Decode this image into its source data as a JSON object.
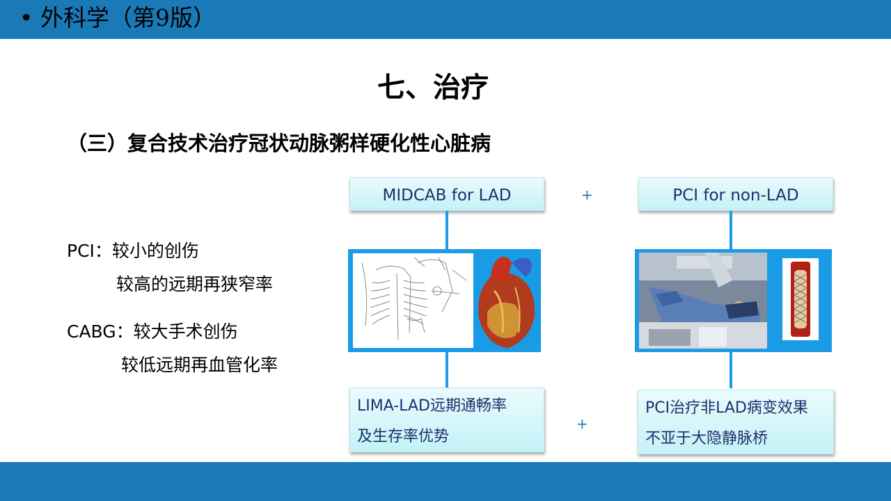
{
  "header": {
    "title": "• 外科学（第9版）"
  },
  "slide": {
    "title": "七、治疗",
    "subtitle": "（三）复合技术治疗冠状动脉粥样硬化性心脏病"
  },
  "left_panel": {
    "pci_line1": "PCI：较小的创伤",
    "pci_line2": "较高的远期再狭窄率",
    "cabg_line1": "CABG：较大手术创伤",
    "cabg_line2": "较低远期再血管化率"
  },
  "diagram": {
    "left_header": "MIDCAB for LAD",
    "right_header": "PCI for non-LAD",
    "plus_top": "+",
    "plus_bottom": "+",
    "left_result_line1": "LIMA-LAD远期通畅率",
    "left_result_line2": "及生存率优势",
    "right_result_line1": "PCI治疗非LAD病变效果",
    "right_result_line2": "不亚于大隐静脉桥"
  },
  "colors": {
    "bar": "#1a7ab8",
    "frame": "#1a9be6",
    "box_text": "#1b2f6b"
  }
}
